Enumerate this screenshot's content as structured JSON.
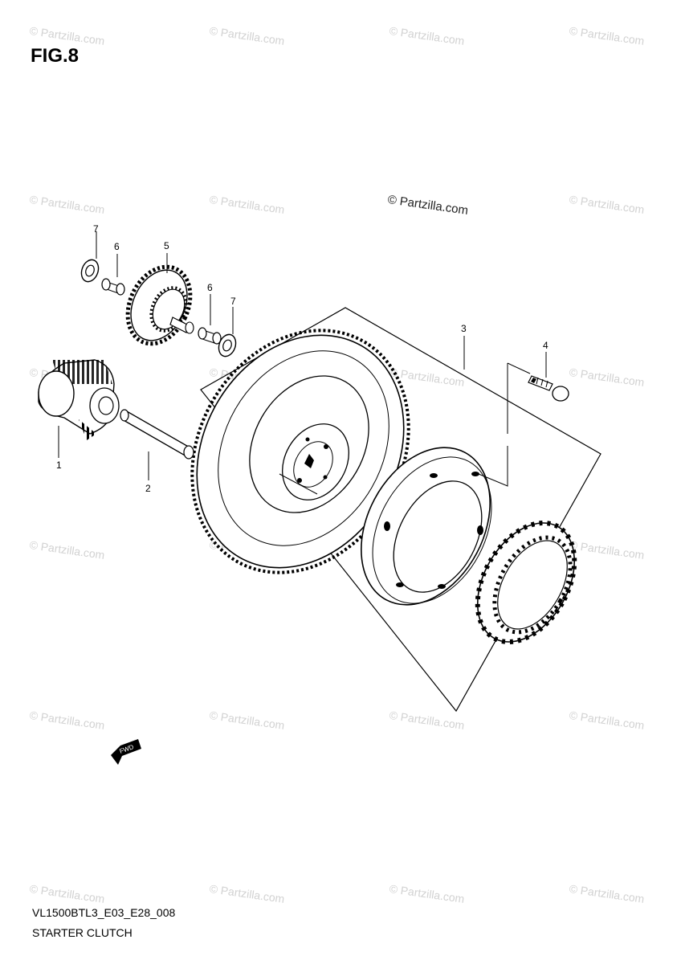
{
  "figure": {
    "title": "FIG.8"
  },
  "diagram": {
    "code": "VL1500BTL3_E03_E28_008",
    "caption": "STARTER CLUTCH"
  },
  "watermark": {
    "main": "© Partzilla.com",
    "tile": "© Partzilla.com"
  },
  "fwd_label": "FWD",
  "callouts": [
    "1",
    "2",
    "3",
    "4",
    "5",
    "6",
    "7",
    "6",
    "7"
  ],
  "colors": {
    "line": "#000000",
    "watermark": "#d2d2d2",
    "background": "#ffffff"
  }
}
